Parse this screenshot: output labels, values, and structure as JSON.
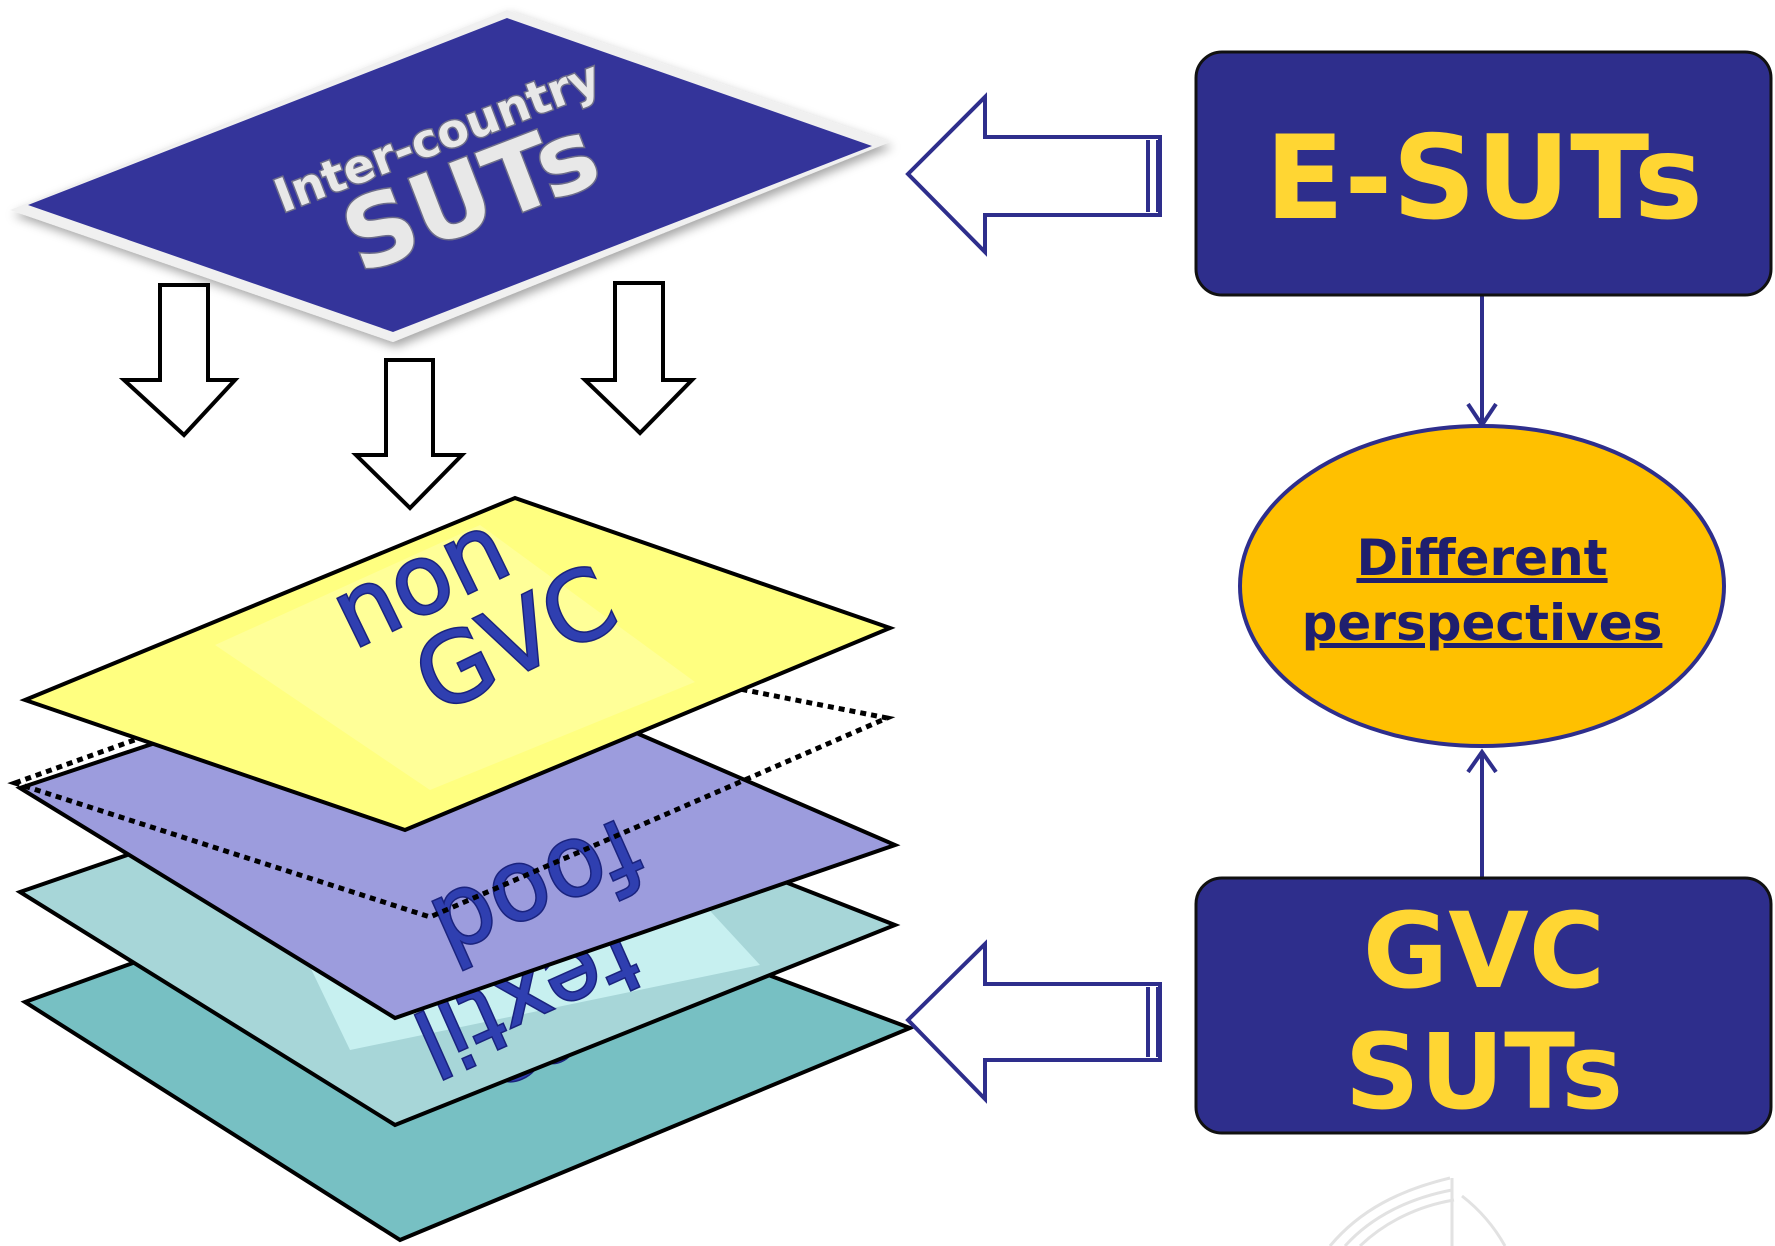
{
  "inter_country": {
    "line1": "Inter-country",
    "line2": "SUTs"
  },
  "layers": [
    {
      "key": "non_gvc",
      "line1": "non",
      "line2": "GVC"
    },
    {
      "key": "food",
      "label": "food"
    },
    {
      "key": "textil",
      "label": "textil"
    },
    {
      "key": "car",
      "label": "car"
    }
  ],
  "boxes": {
    "e_suts": {
      "label": "E-SUTs"
    },
    "gvc_suts": {
      "line1": "GVC",
      "line2": "SUTs"
    }
  },
  "ellipse": {
    "line1": "Different",
    "line2": "perspectives"
  },
  "colors": {
    "navy": "#2e2e8c",
    "yellow": "#ffff80",
    "lavender": "#9c9cdd",
    "light_teal": "#a7d6d8",
    "teal": "#77c0c3",
    "orange": "#ffc000",
    "label_yellow": "#ffd633"
  }
}
